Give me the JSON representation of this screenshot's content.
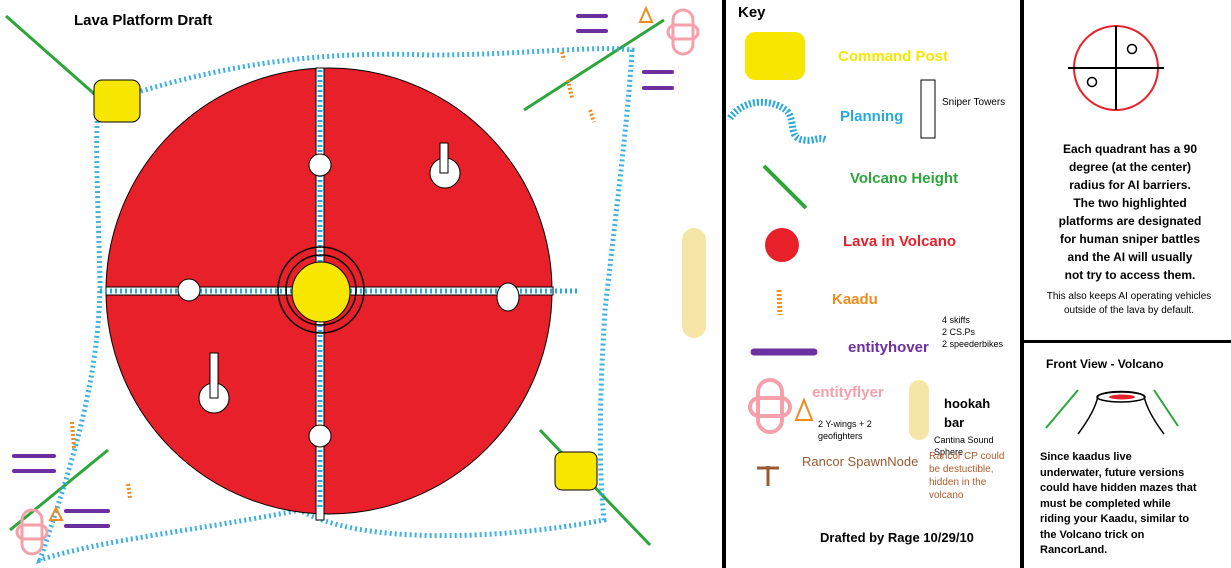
{
  "map": {
    "title": "Lava Platform Draft"
  },
  "key": {
    "title": "Key",
    "items": [
      {
        "label": "Command Post",
        "color": "#f7e600"
      },
      {
        "label": "Planning",
        "color": "#2aa8dc"
      },
      {
        "label": "Volcano Height",
        "color": "#2ca53a"
      },
      {
        "label": "Lava in Volcano",
        "color": "#e8202a"
      },
      {
        "label": "Kaadu",
        "color": "#f08c1e"
      },
      {
        "label": "entityhover",
        "color": "#6c2fa0"
      },
      {
        "label": "entityflyer",
        "color": "#f5a0aa"
      },
      {
        "label": "Rancor SpawnNode",
        "color": "#9a5a30"
      }
    ],
    "sniper_towers": "Sniper Towers",
    "hover_details": [
      "4 skiffs",
      "2 CS.Ps",
      "2 speederbikes"
    ],
    "flyer_details": [
      "2 Y-wings + 2",
      "geofighters"
    ],
    "hookah_label": [
      "hookah",
      "bar"
    ],
    "hookah_sub": "Cantina Sound Sphere",
    "rancor_note": [
      "Rancor CP could",
      "be destuctible,",
      "hidden in the",
      "volcano"
    ],
    "credit": "Drafted by Rage 10/29/10"
  },
  "info": {
    "quadrant_text": [
      "Each quadrant has a 90",
      "degree (at the center)",
      "radius for AI barriers.",
      "The two highlighted",
      "platforms are designated",
      "for human sniper battles",
      "and the AI will usually",
      "not try to access them."
    ],
    "extra_text": [
      "This also keeps AI operating vehicles",
      "outside of the lava by default."
    ],
    "front_title": "Front View - Volcano",
    "front_text": [
      "Since kaadus live",
      "underwater, future versions",
      "could have hidden mazes that",
      "must be completed while",
      "riding your Kaadu, similar to",
      "the Volcano trick on",
      "RancorLand."
    ]
  }
}
